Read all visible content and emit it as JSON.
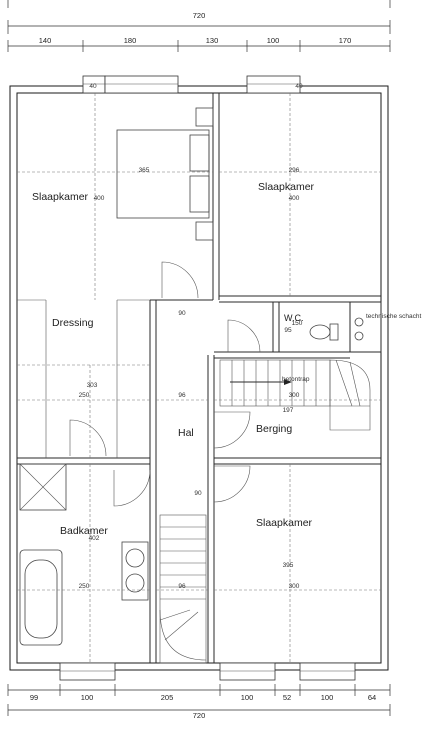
{
  "dimensions": {
    "top_total": "720",
    "top_segments": [
      "140",
      "180",
      "130",
      "100",
      "170"
    ],
    "bottom_segments": [
      "99",
      "100",
      "205",
      "100",
      "52",
      "100",
      "64"
    ],
    "bottom_total": "720"
  },
  "rooms": {
    "slaapkamer_1": "Slaapkamer",
    "slaapkamer_2": "Slaapkamer",
    "slaapkamer_3": "Slaapkamer",
    "dressing": "Dressing",
    "badkamer": "Badkamer",
    "hal": "Hal",
    "berging": "Berging",
    "wc": "W.C.",
    "technische_schacht": "technische schacht",
    "betontrap": "betontrap"
  },
  "inner_dims": {
    "d365": "365",
    "d296": "296",
    "d400a": "400",
    "d400b": "400",
    "d90a": "90",
    "d250a": "250",
    "d250b": "250",
    "d303": "303",
    "d96a": "96",
    "d96b": "96",
    "d300a": "300",
    "d300b": "300",
    "d197": "197",
    "d150": "150",
    "d95": "95",
    "d90b": "90",
    "d402": "402",
    "d395": "395",
    "d40a": "40",
    "d40b": "40"
  }
}
